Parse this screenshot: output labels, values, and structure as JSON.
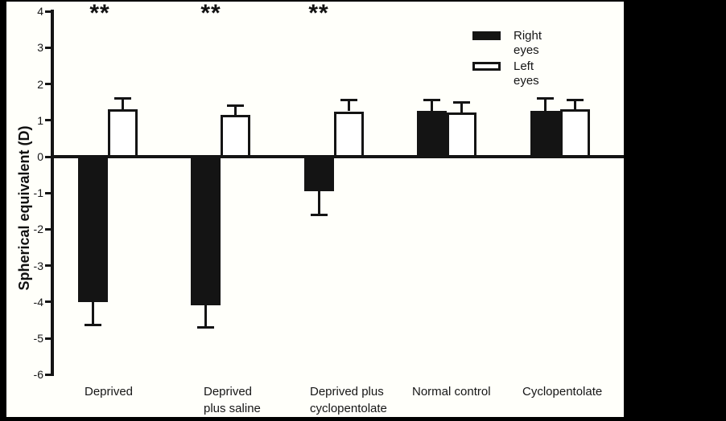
{
  "figure": {
    "background": "#000000",
    "panel_color": "#fffffa",
    "ink_color": "#141414"
  },
  "chart_data": {
    "type": "bar",
    "title": "",
    "xlabel": "",
    "ylabel": "Spherical equivalent (D)",
    "ylim": [
      -6,
      4
    ],
    "yticks": [
      4,
      3,
      2,
      1,
      0,
      -1,
      -2,
      -3,
      -4,
      -5,
      -6
    ],
    "grid": false,
    "legend_position": "top-right",
    "categories": [
      "Deprived",
      "Deprived plus saline",
      "Deprived plus cyclopentolate",
      "Normal control",
      "Cyclopentolate"
    ],
    "category_label_lines": [
      [
        "Deprived"
      ],
      [
        "Deprived",
        "plus saline"
      ],
      [
        "Deprived plus",
        "cyclopentolate"
      ],
      [
        "Normal control"
      ],
      [
        "Cyclopentolate"
      ]
    ],
    "series": [
      {
        "name": "Right eyes",
        "swatch": "filled-black",
        "fill": "#141414",
        "values": [
          -3.95,
          -4.05,
          -0.9,
          1.27,
          1.27
        ],
        "errors": [
          0.68,
          0.66,
          0.7,
          0.3,
          0.33
        ]
      },
      {
        "name": "Left eyes",
        "swatch": "open-white",
        "fill": "#ffffff",
        "values": [
          1.3,
          1.15,
          1.25,
          1.22,
          1.3
        ],
        "errors": [
          0.3,
          0.25,
          0.3,
          0.27,
          0.25
        ]
      }
    ],
    "error_bar_direction": "away-from-zero",
    "significance_markers": [
      {
        "text": "**",
        "category_index": 0,
        "applies_to": "Right eyes"
      },
      {
        "text": "**",
        "category_index": 1,
        "applies_to": "Right eyes"
      },
      {
        "text": "**",
        "category_index": 2,
        "applies_to": "Right eyes"
      }
    ]
  }
}
